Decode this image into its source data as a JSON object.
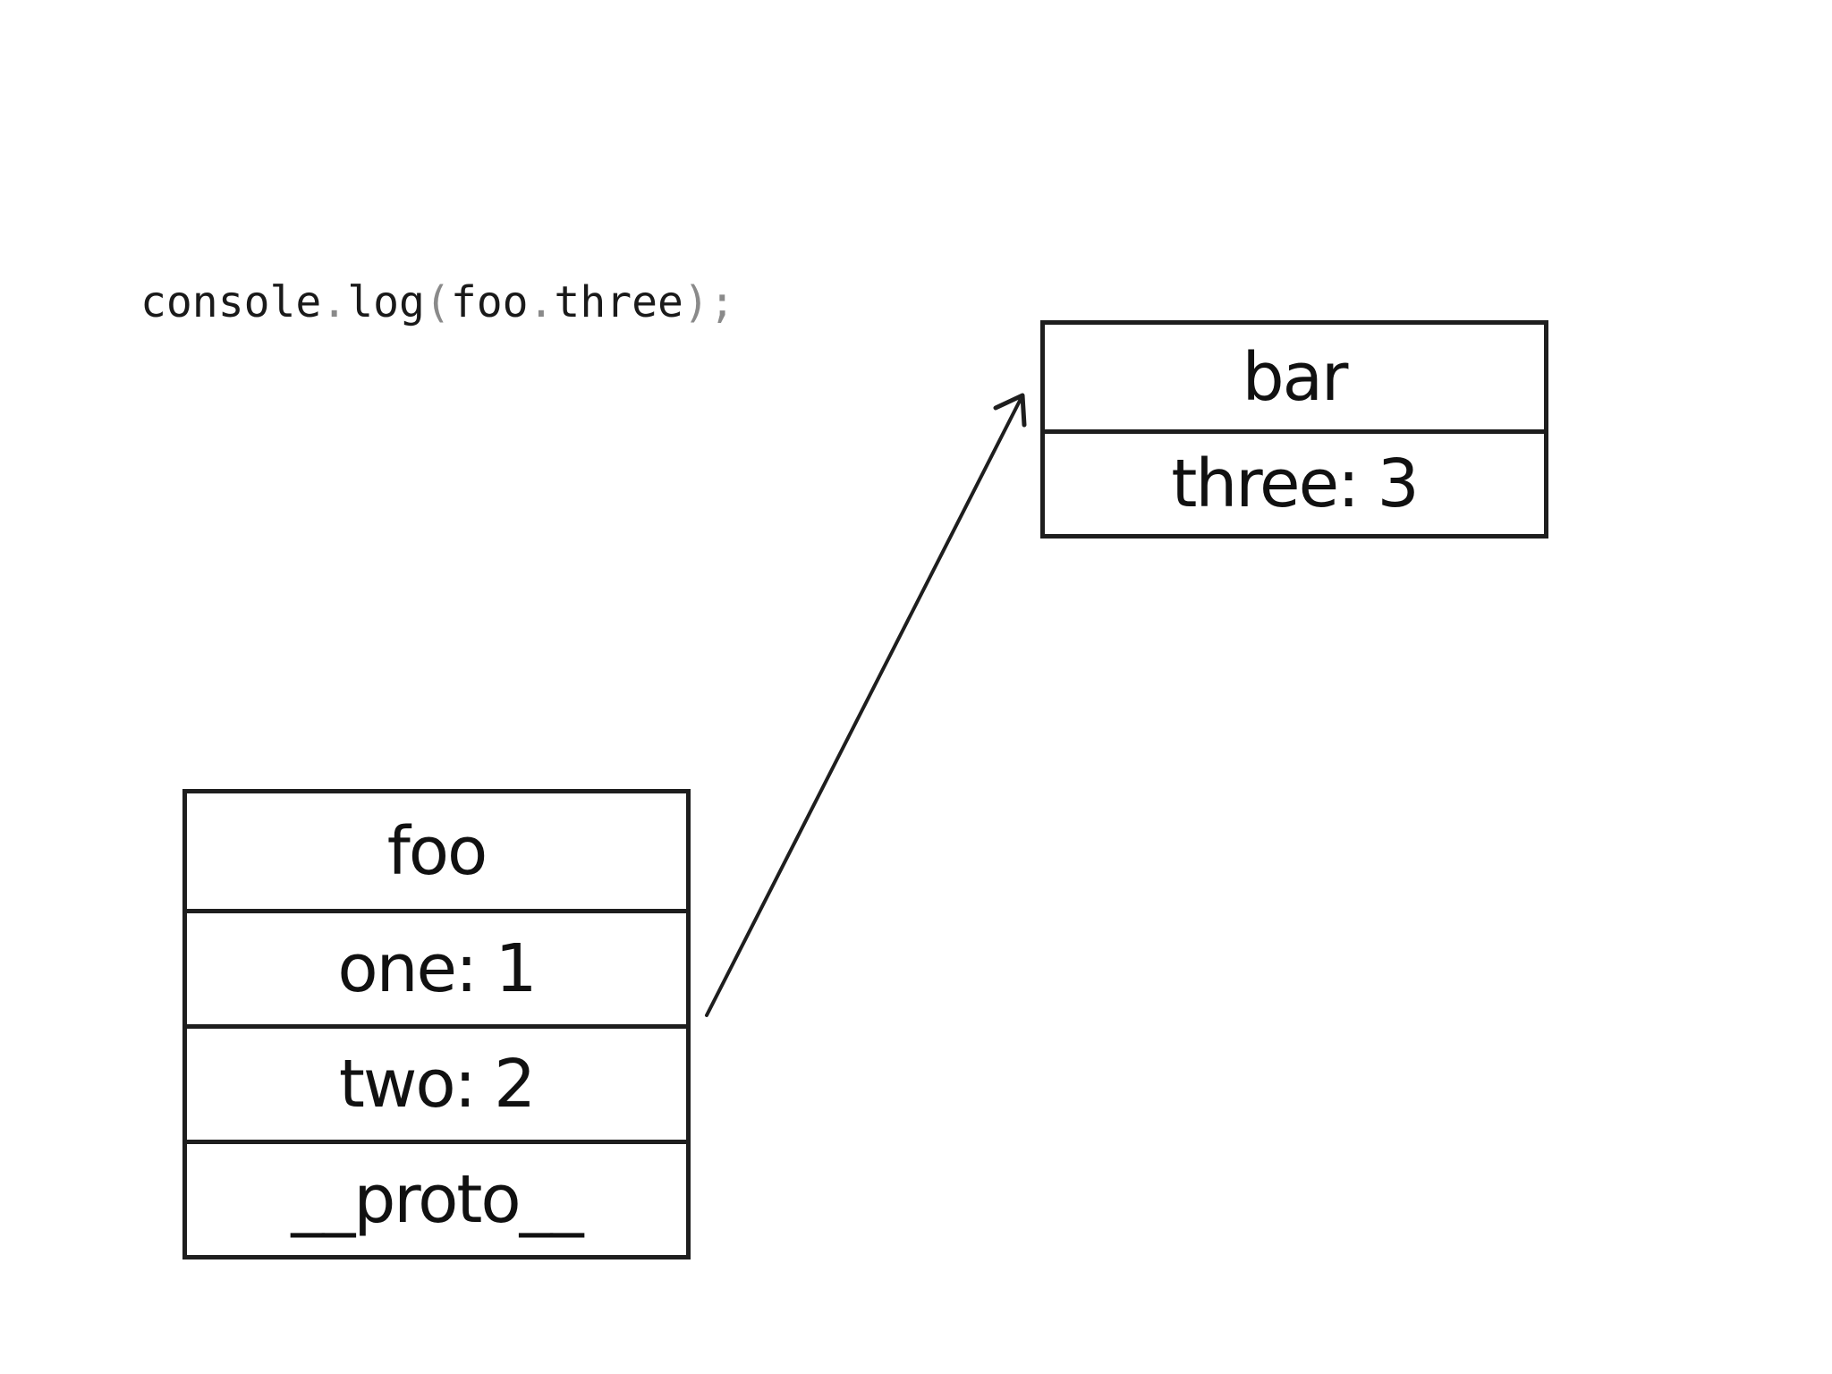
{
  "code": {
    "t1": "console",
    "t2": ".",
    "t3": "log",
    "t4": "(",
    "t5": "foo",
    "t6": ".",
    "t7": "three",
    "t8": ")",
    "t9": ";"
  },
  "bar": {
    "title": "bar",
    "props": [
      "three: 3"
    ]
  },
  "foo": {
    "title": "foo",
    "props": [
      "one: 1",
      "two: 2",
      "__proto__"
    ]
  },
  "colors": {
    "stroke": "#1e1e1e",
    "code_text": "#1a1a1a",
    "code_punct": "#8a8a8a",
    "background": "#ffffff"
  }
}
